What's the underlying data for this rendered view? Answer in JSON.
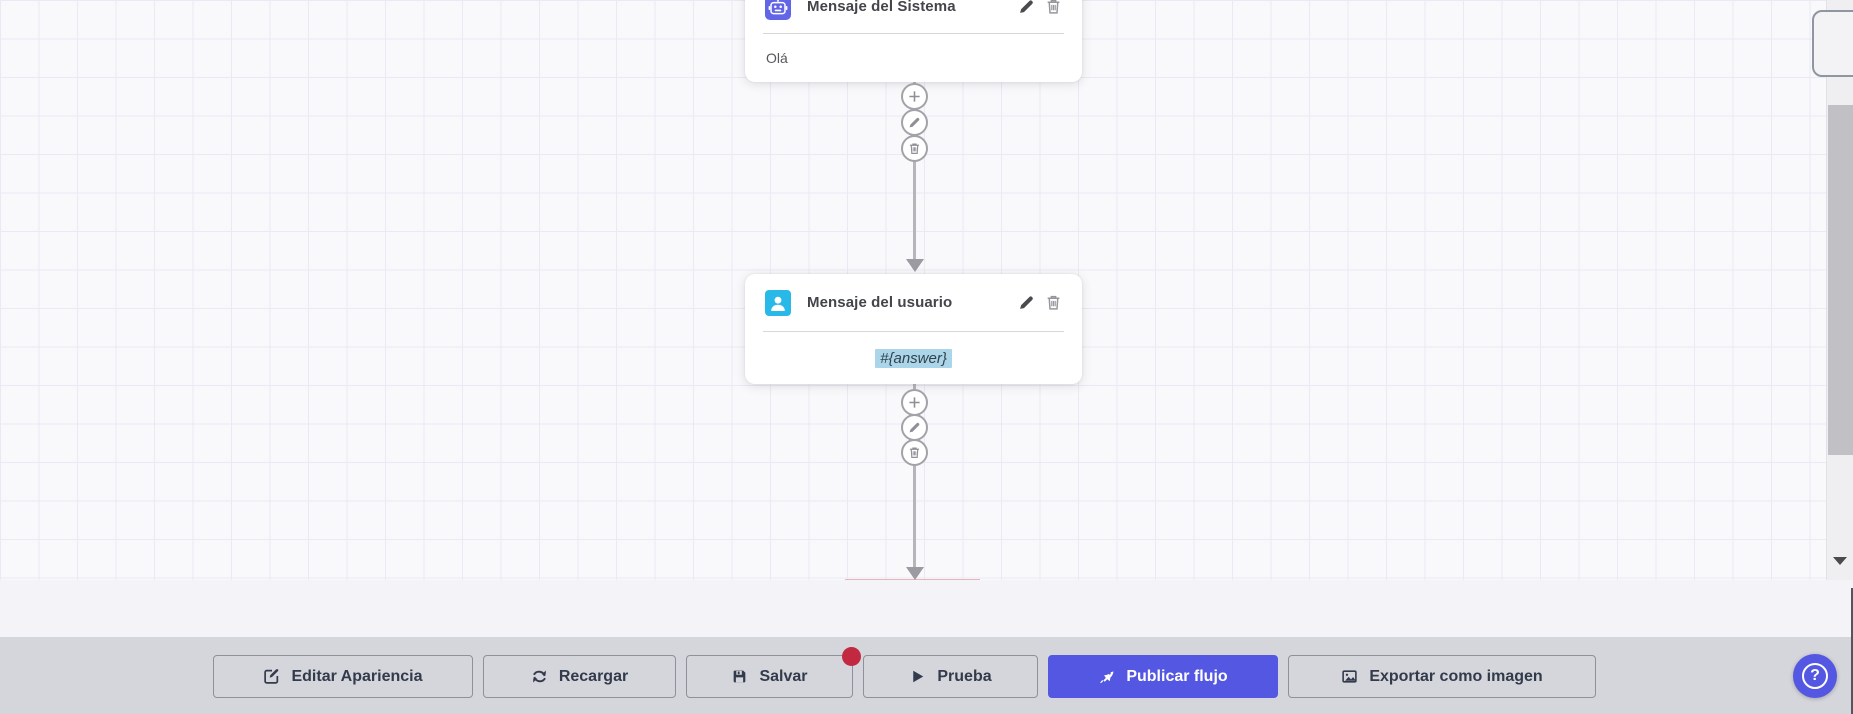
{
  "canvas": {
    "nodes": [
      {
        "id": "system-message",
        "icon": "robot-icon",
        "title": "Mensaje del Sistema",
        "content": "Olá"
      },
      {
        "id": "user-message",
        "icon": "user-icon",
        "title": "Mensaje del usuario",
        "content": "#{answer}",
        "content_highlighted": true
      }
    ],
    "connector_actions": [
      "add",
      "edit",
      "delete"
    ]
  },
  "toolbar": {
    "buttons": [
      {
        "label": "Editar Apariencia",
        "icon": "edit-icon"
      },
      {
        "label": "Recargar",
        "icon": "refresh-icon"
      },
      {
        "label": "Salvar",
        "icon": "save-icon",
        "has_badge": true
      },
      {
        "label": "Prueba",
        "icon": "play-icon"
      },
      {
        "label": "Publicar flujo",
        "icon": "rocket-icon",
        "primary": true
      },
      {
        "label": "Exportar como imagen",
        "icon": "image-icon"
      }
    ]
  },
  "help": {
    "label": "?"
  },
  "colors": {
    "primary": "#5357e2",
    "robot_icon_bg": "#6165e6",
    "user_icon_bg": "#29b9e8",
    "badge_red": "#c22840",
    "answer_highlight": "#abd5e8",
    "toolbar_bg": "#d5d6dc"
  }
}
